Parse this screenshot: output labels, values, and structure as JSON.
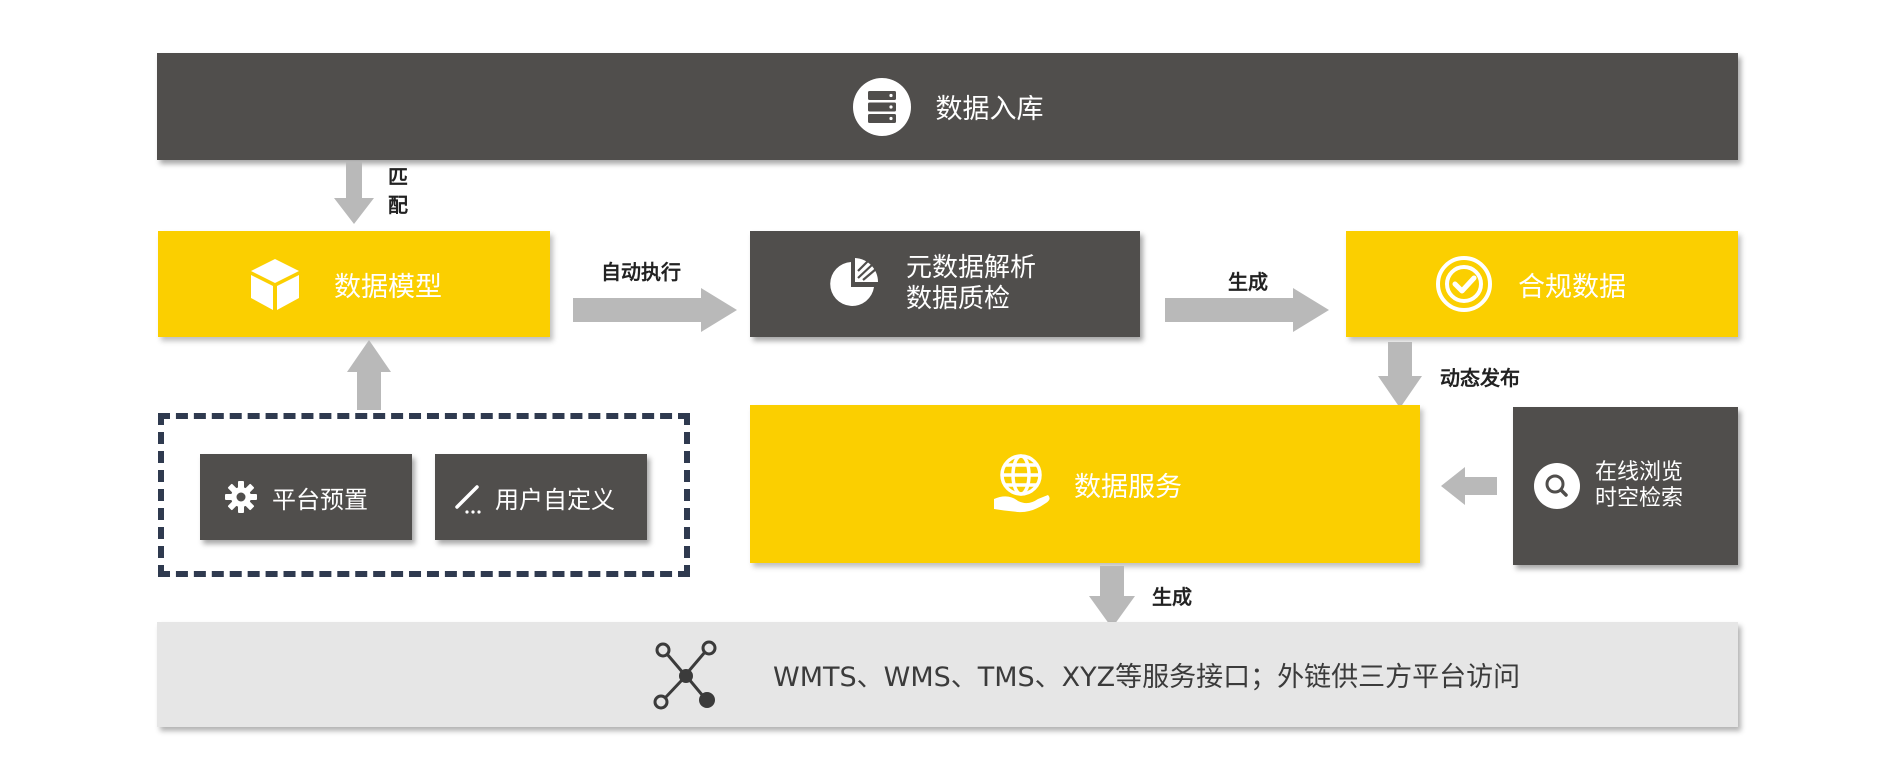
{
  "top_bar": {
    "label": "数据入库",
    "icon": "server-icon"
  },
  "labels": {
    "match": "匹\n配",
    "auto_execute": "自动执行",
    "generate_1": "生成",
    "dynamic_publish": "动态发布",
    "generate_2": "生成"
  },
  "model": {
    "label": "数据模型",
    "icon": "cube-icon"
  },
  "metadata": {
    "line1": "元数据解析",
    "line2": "数据质检",
    "icon": "pie-chart-icon"
  },
  "compliant": {
    "label": "合规数据",
    "icon": "check-circle-icon"
  },
  "preset": {
    "label": "平台预置",
    "icon": "gear-icon"
  },
  "custom": {
    "label": "用户自定义",
    "icon": "pen-icon"
  },
  "service": {
    "label": "数据服务",
    "icon": "globe-hand-icon"
  },
  "browse": {
    "line1": "在线浏览",
    "line2": "时空检索",
    "icon": "search-icon"
  },
  "bottom_bar": {
    "label": "WMTS、WMS、TMS、XYZ等服务接口；外链供三方平台访问",
    "icon": "network-icon"
  },
  "colors": {
    "dark": "#504e4c",
    "yellow": "#fbcf00",
    "light": "#e6e6e6",
    "arrow": "#b9b9b9",
    "dash": "#2f3a4f"
  }
}
